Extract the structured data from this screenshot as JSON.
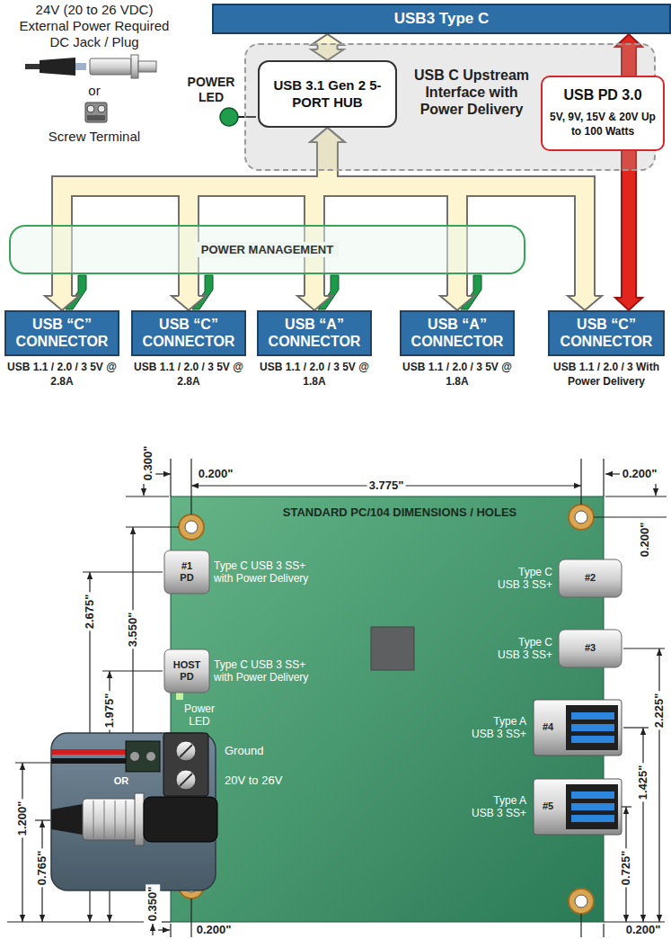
{
  "diagram": {
    "nodes": [
      {
        "text": [
          "USB3 Type C"
        ]
      },
      {
        "text": [
          "USB C Upstream Interface with Power Delivery"
        ]
      },
      {
        "text": [
          "USB 3.1 Gen 2 5-PORT HUB"
        ],
        "in": 1
      },
      {
        "text": [
          "USB PD 3.0",
          "5V, 9V, 15V & 20V Up to 100 Watts"
        ],
        "in": 1
      },
      {
        "text": [
          "POWER MANAGEMENT"
        ]
      },
      {
        "text": [
          "USB “C” CONNECTOR",
          "USB 1.1 / 2.0 / 3 5V @ 2.8A"
        ]
      },
      {
        "text": [
          "USB “C” CONNECTOR",
          "USB 1.1 / 2.0 / 3 5V @ 2.8A"
        ]
      },
      {
        "text": [
          "USB “A” CONNECTOR",
          "USB 1.1 / 2.0 / 3 5V @ 1.8A"
        ]
      },
      {
        "text": [
          "USB “A” CONNECTOR",
          "USB 1.1 / 2.0 / 3 5V @ 1.8A"
        ]
      },
      {
        "text": [
          "USB “C” CONNECTOR",
          "USB 1.1 / 2.0 / 3 With Power Delivery"
        ]
      }
    ],
    "edges": [
      {
        "from": 0,
        "to": 2,
        "arrow": "both"
      },
      {
        "from": 2,
        "to": 5,
        "arrow": "both"
      },
      {
        "from": 2,
        "to": 6,
        "arrow": "both"
      },
      {
        "from": 2,
        "to": 7,
        "arrow": "both"
      },
      {
        "from": 2,
        "to": 8,
        "arrow": "both"
      },
      {
        "from": 2,
        "to": 9,
        "arrow": "both"
      },
      {
        "from": 3,
        "to": 0,
        "arrow": "to"
      },
      {
        "from": 3,
        "to": 9,
        "arrow": "to"
      }
    ],
    "labels": [
      "24V (20 to 26 VDC) External Power Required",
      "DC Jack / Plug",
      "or",
      "Screw Terminal",
      "POWER LED",
      "0.200\"",
      "3.775\"",
      "0.200\"",
      "0.300\"",
      "STANDARD PC/104 DIMENSIONS / HOLES",
      "0.200\"",
      "#1 PD",
      "Type C USB 3 SS+ with Power Delivery",
      "#2",
      "Type C USB 3 SS+",
      "2.675\"",
      "3.550\"",
      "#3",
      "Type C USB 3 SS+",
      "HOST PD",
      "Type C USB 3 SS+ with Power Delivery",
      "1.975\"",
      "Power LED",
      "Ground",
      "20V to 26V",
      "OR",
      "#4",
      "Type A USB 3 SS+",
      "2.225\"",
      "1.425\"",
      "1.200\"",
      "0.765\"",
      "#5",
      "Type A USB 3 SS+",
      "0.725\"",
      "0.350\"",
      "0.200\"",
      "0.200\""
    ]
  }
}
